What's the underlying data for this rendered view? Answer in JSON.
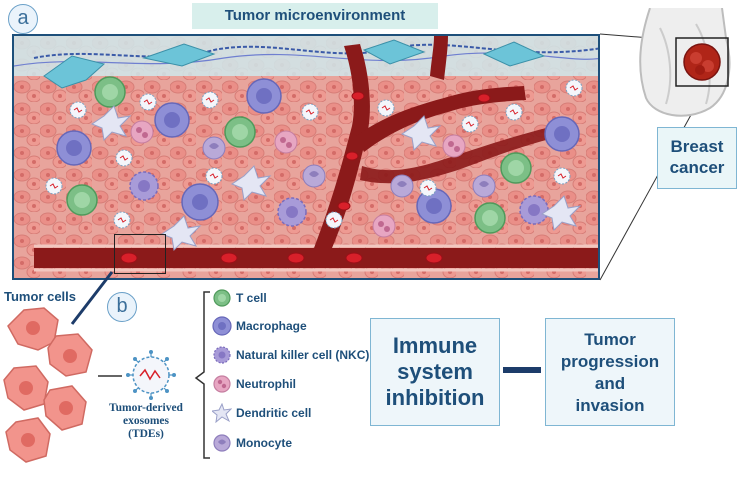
{
  "panels": {
    "a": "a",
    "b": "b"
  },
  "title": "Tumor microenvironment",
  "breast_cancer_label": [
    "Breast",
    "cancer"
  ],
  "tumor_cells_label": "Tumor cells",
  "tde_label": [
    "Tumor-derived",
    "exosomes",
    "(TDEs)"
  ],
  "legend": [
    {
      "label": "T cell",
      "icon": "t-cell-icon",
      "color": "#7cbf86"
    },
    {
      "label": "Macrophage",
      "icon": "macrophage-icon",
      "color": "#8e8fd6"
    },
    {
      "label": "Natural killer cell (NKC)",
      "icon": "nk-cell-icon",
      "color": "#a89bd8"
    },
    {
      "label": "Neutrophil",
      "icon": "neutrophil-icon",
      "color": "#e7a6c2"
    },
    {
      "label": "Dendritic cell",
      "icon": "dendritic-cell-icon",
      "color": "#e4e6f4"
    },
    {
      "label": "Monocyte",
      "icon": "monocyte-icon",
      "color": "#b9a9d8"
    }
  ],
  "immune_box": [
    "Immune",
    "system",
    "inhibition"
  ],
  "tumor_box": [
    "Tumor",
    "progression",
    "and",
    "invasion"
  ],
  "colors": {
    "accent": "#1e4f7a",
    "vessel": "#8b1a1a",
    "tissue": "#e8a49c",
    "panel_fill": "#d8efec"
  }
}
